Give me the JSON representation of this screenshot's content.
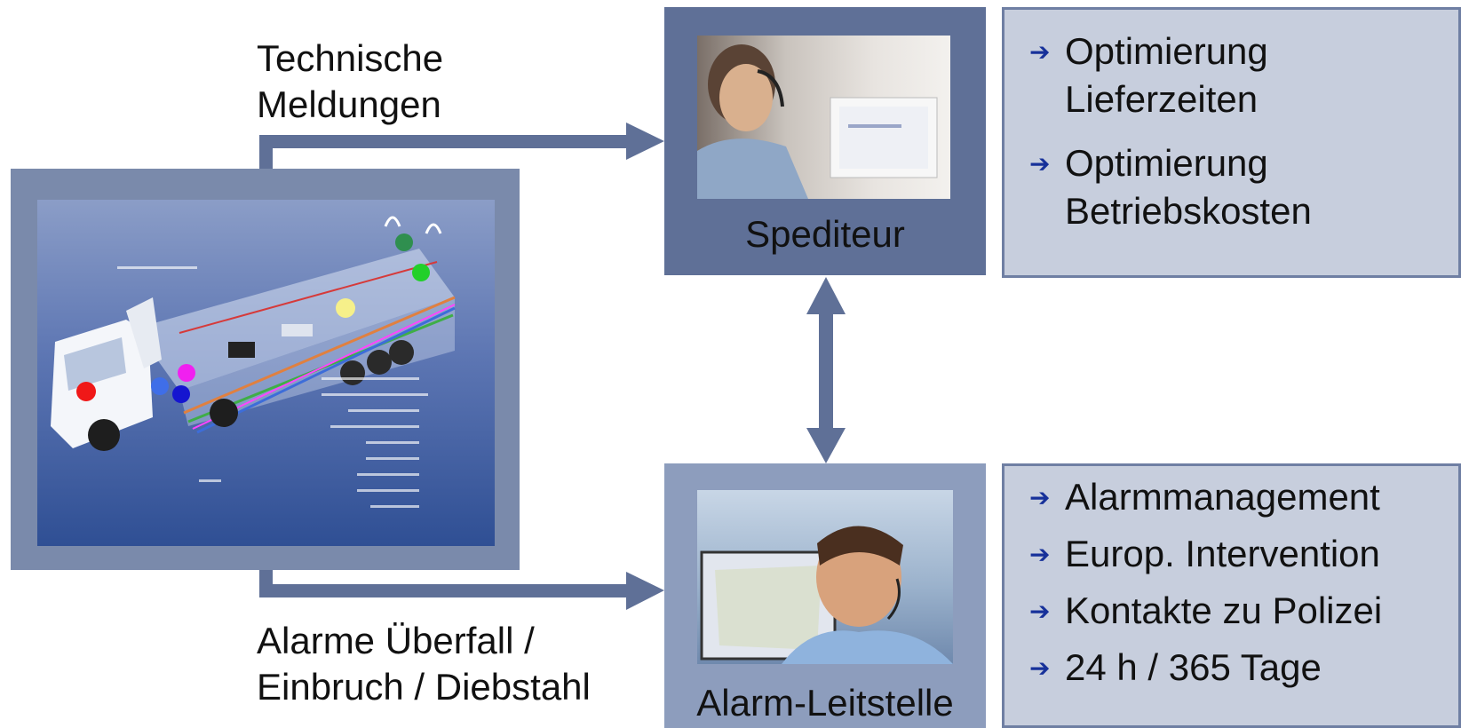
{
  "diagram": {
    "colors": {
      "arrow": "#5f7097",
      "box_dark": "#5f7097",
      "box_light": "#8d9dbd",
      "panel_fill": "#c7cedd",
      "bullet_arrow": "#17319a"
    },
    "top_left_caption": [
      "Technische",
      "Meldungen"
    ],
    "bottom_left_caption": [
      "Alarme Überfall /",
      "Einbruch / Diebstahl"
    ],
    "spediteur": {
      "label": "Spediteur"
    },
    "alarm_center": {
      "label": "Alarm-Leitstelle"
    },
    "top_bullets": [
      {
        "line1": "Optimierung",
        "line2": "Lieferzeiten"
      },
      {
        "line1": "Optimierung",
        "line2": "Betriebskosten"
      }
    ],
    "bottom_bullets": [
      "Alarmmanagement",
      "Europ. Intervention",
      "Kontakte zu Polizei",
      "24 h / 365 Tage"
    ],
    "bullet_icon": "arrow-right-icon"
  }
}
